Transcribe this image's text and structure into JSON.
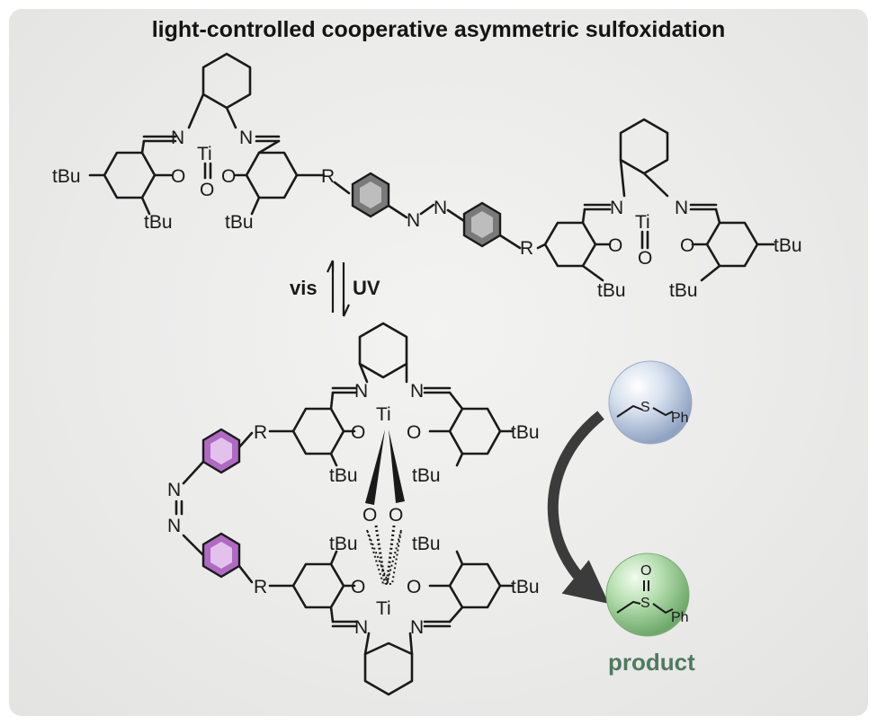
{
  "title": "light-controlled cooperative asymmetric sulfoxidation",
  "arrows": {
    "forward_label": "vis",
    "reverse_label": "UV"
  },
  "labels": {
    "tbu": "tBu",
    "r": "R",
    "ti": "Ti",
    "n": "N",
    "o": "O",
    "s": "S",
    "ph": "Ph"
  },
  "outcome": {
    "product_label": "product"
  },
  "colors": {
    "trans_azo_ring": "#7a7a7a",
    "cis_azo_ring": "#b06ac4",
    "substrate_sphere": "#b8c8de",
    "product_sphere": "#9ccf96",
    "product_text": "#4f7a5e"
  }
}
